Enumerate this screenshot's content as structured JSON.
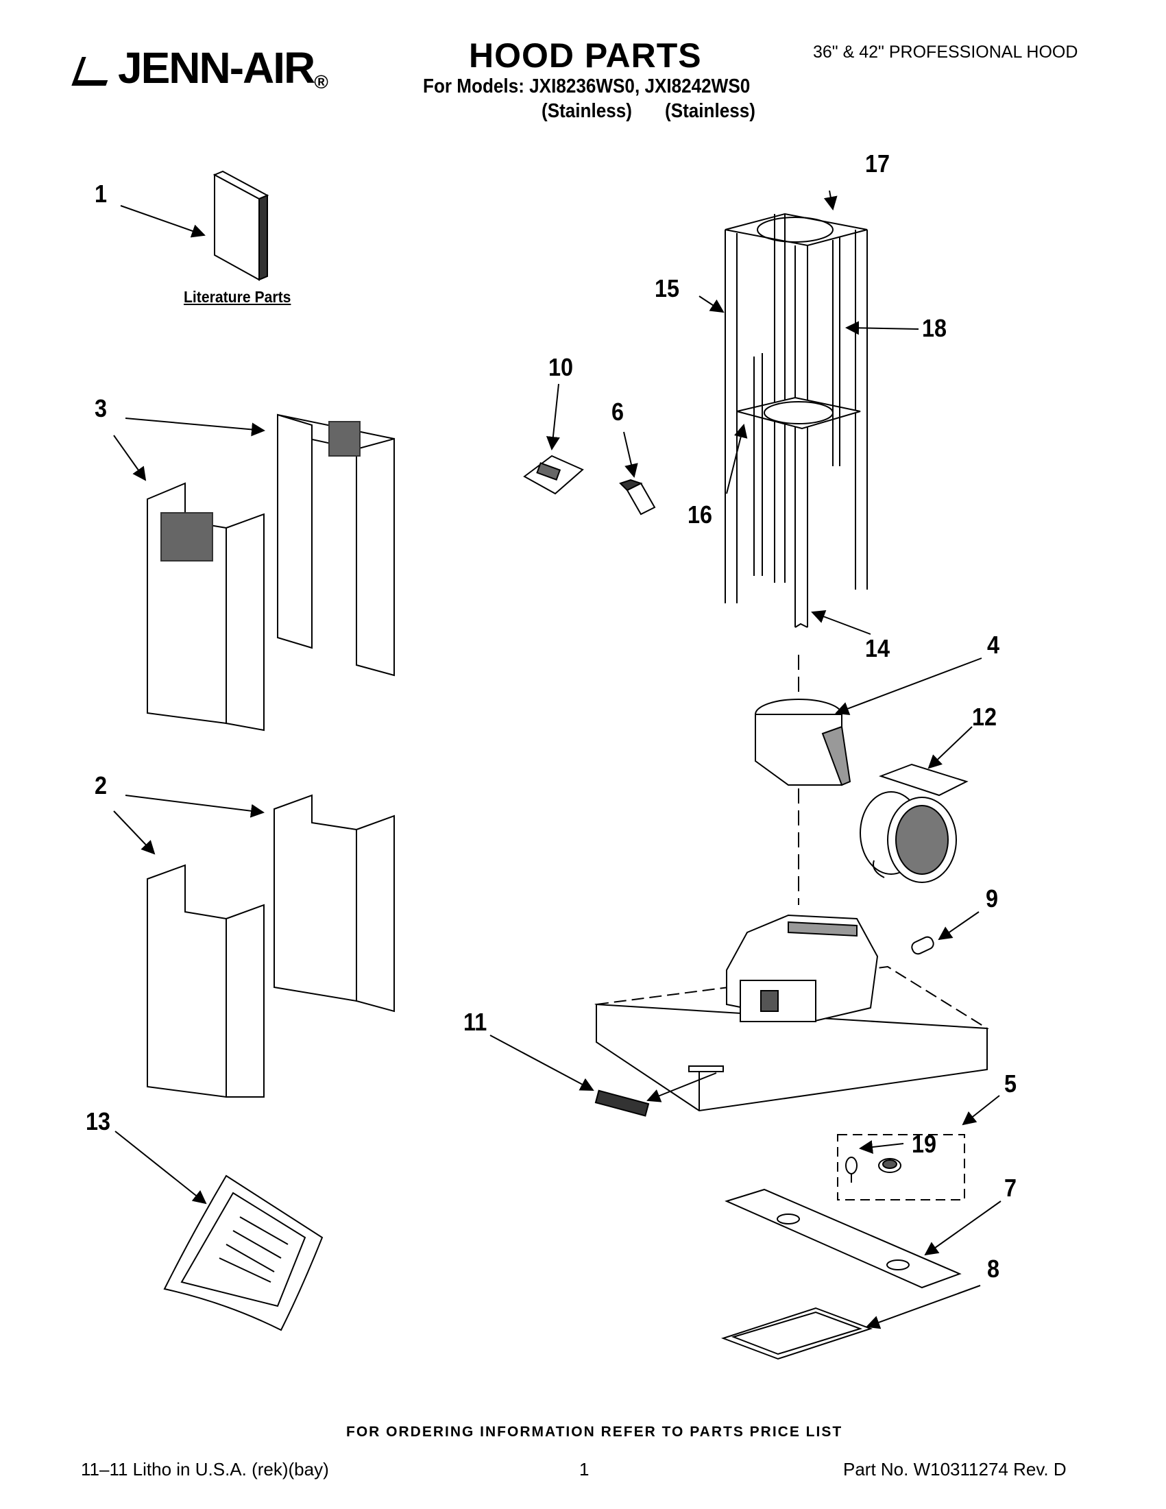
{
  "header": {
    "brand": "JENN-AIR",
    "brand_mark": "®",
    "title": "HOOD PARTS",
    "models_line": "For Models: JXI8236WS0, JXI8242WS0",
    "variant_1": "(Stainless)",
    "variant_2": "(Stainless)",
    "product": "36\" & 42\" PROFESSIONAL HOOD"
  },
  "literature_label": "Literature Parts",
  "callouts": [
    "1",
    "2",
    "3",
    "4",
    "5",
    "6",
    "7",
    "8",
    "9",
    "10",
    "11",
    "12",
    "13",
    "14",
    "15",
    "16",
    "17",
    "18",
    "19"
  ],
  "footer": {
    "ordering": "FOR ORDERING INFORMATION REFER TO PARTS PRICE LIST",
    "litho": "11–11 Litho in U.S.A. (rek)(bay)",
    "page": "1",
    "part_no": "Part No. W10311274 Rev. D"
  }
}
